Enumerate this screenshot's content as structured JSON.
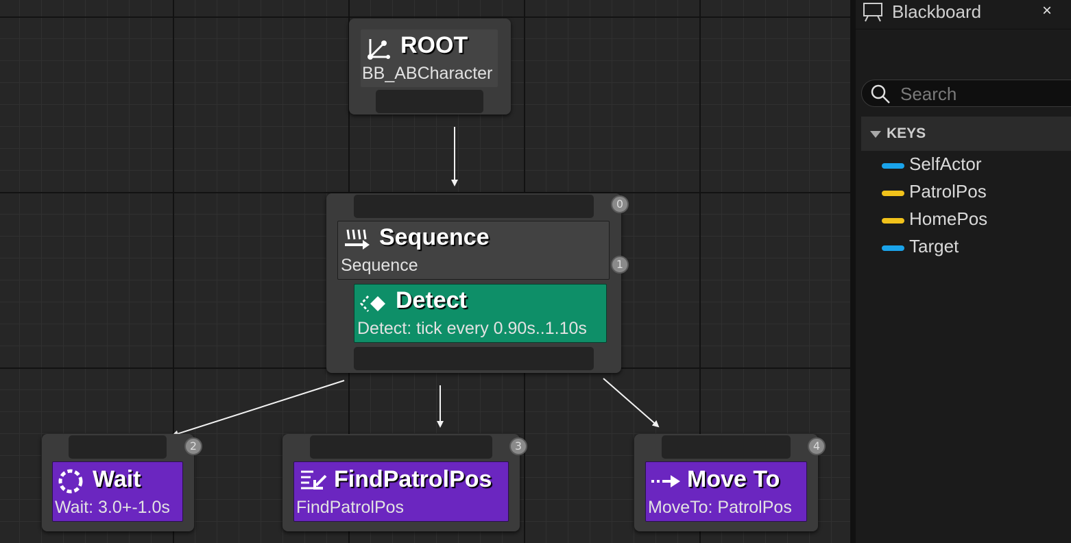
{
  "root": {
    "title": "ROOT",
    "subtitle": "BB_ABCharacter"
  },
  "sequence": {
    "title": "Sequence",
    "subtitle": "Sequence",
    "badges": [
      "0",
      "1"
    ],
    "service": {
      "title": "Detect",
      "subtitle": "Detect: tick every 0.90s..1.10s"
    }
  },
  "tasks": [
    {
      "id": "wait",
      "title": "Wait",
      "subtitle": "Wait: 3.0+-1.0s",
      "badge": "2",
      "icon": "wait-icon"
    },
    {
      "id": "findpatrolpos",
      "title": "FindPatrolPos",
      "subtitle": "FindPatrolPos",
      "badge": "3",
      "icon": "task-list-icon"
    },
    {
      "id": "moveto",
      "title": "Move To",
      "subtitle": "MoveTo: PatrolPos",
      "badge": "4",
      "icon": "move-arrow-icon"
    }
  ],
  "blackboard": {
    "title": "Blackboard",
    "close": "×",
    "search_placeholder": "Search",
    "keys_header": "KEYS",
    "keys": [
      {
        "name": "SelfActor",
        "color": "#1aa3ea"
      },
      {
        "name": "PatrolPos",
        "color": "#f1c21b"
      },
      {
        "name": "HomePos",
        "color": "#f1c21b"
      },
      {
        "name": "Target",
        "color": "#1aa3ea"
      }
    ]
  },
  "colors": {
    "task": "#6b26c0",
    "service": "#0e8f68",
    "composite": "#424242"
  }
}
